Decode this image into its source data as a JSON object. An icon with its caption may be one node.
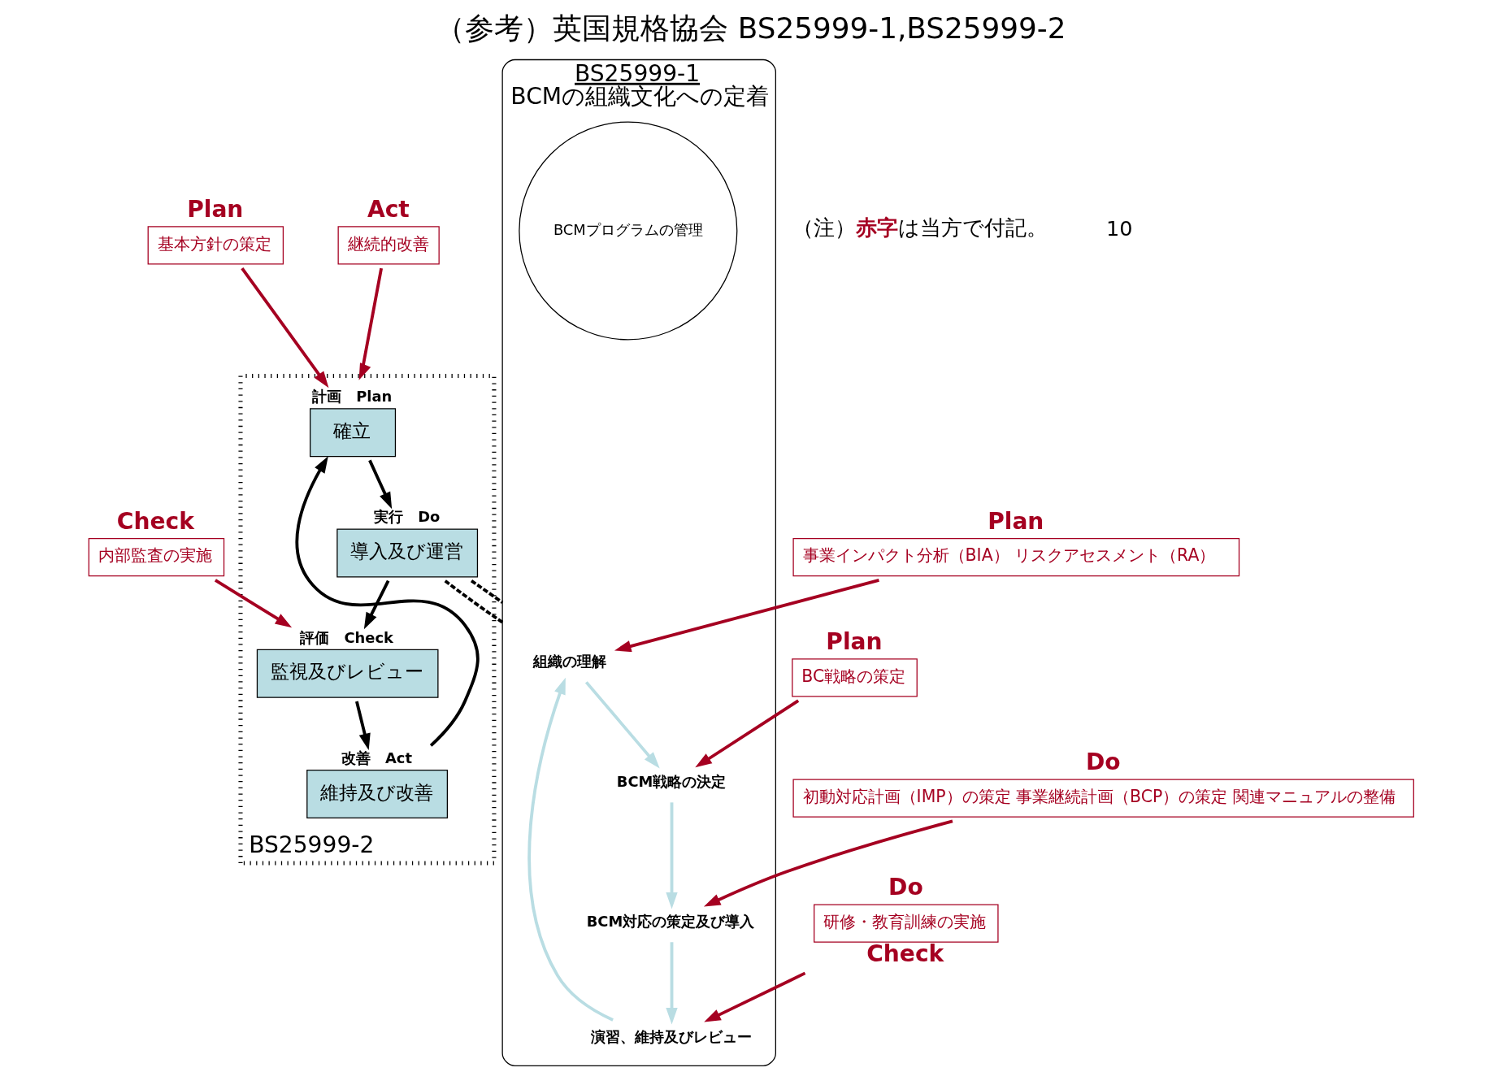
{
  "diagram": {
    "title": "（参考）英国規格協会 BS25999-1,BS25999-2",
    "nodes": [
      {
        "text": [
          "BS25999-2"
        ]
      },
      {
        "text": [
          "計画　Plan",
          "確立"
        ],
        "in": 0
      },
      {
        "text": [
          "実行　Do",
          "導入及び運営"
        ],
        "in": 0
      },
      {
        "text": [
          "評価　Check",
          "監視及びレビュー"
        ],
        "in": 0
      },
      {
        "text": [
          "改善　Act",
          "維持及び改善"
        ],
        "in": 0
      },
      {
        "text": [
          "基本方針の策定"
        ],
        "beside": [
          "Plan"
        ]
      },
      {
        "text": [
          "内部監査の実施"
        ],
        "beside": [
          "Check"
        ]
      },
      {
        "text": [
          "継続的改善"
        ],
        "beside": [
          "Act"
        ]
      },
      {
        "text": [
          "BCMの組織文化への定着"
        ],
        "beside": [
          "BS25999-1"
        ]
      },
      {
        "text": [
          "組織の理解"
        ],
        "in": 8
      },
      {
        "text": [
          "BCM戦略の決定"
        ],
        "in": 8
      },
      {
        "text": [
          "BCM対応の策定及び導入"
        ],
        "in": 8
      },
      {
        "text": [
          "演習、維持及びレビュー"
        ],
        "in": 8
      },
      {
        "text": [
          "BCMプログラムの管理"
        ],
        "in": 8
      },
      {
        "text": [
          "事業インパクト分析（BIA） リスクアセスメント（RA）"
        ],
        "beside": [
          "Plan"
        ]
      },
      {
        "text": [
          "BC戦略の策定"
        ],
        "beside": [
          "Plan"
        ]
      },
      {
        "text": [
          "初動対応計画（IMP）の策定 事業継続計画（BCP）の策定 関連マニュアルの整備"
        ],
        "beside": [
          "Do"
        ]
      },
      {
        "text": [
          "研修・教育訓練の実施"
        ],
        "beside": [
          "Do",
          "Check"
        ]
      }
    ],
    "edges": [
      {
        "from": 1,
        "to": 2,
        "arrow": "to",
        "color": "#000000"
      },
      {
        "from": 2,
        "to": 3,
        "arrow": "to",
        "color": "#000000"
      },
      {
        "from": 3,
        "to": 4,
        "arrow": "to",
        "color": "#000000"
      },
      {
        "from": 4,
        "to": 1,
        "arrow": "to",
        "color": "#000000"
      },
      {
        "from": 5,
        "to": 1,
        "arrow": "to",
        "color": "#a50021"
      },
      {
        "from": 6,
        "to": 3,
        "arrow": "to",
        "color": "#a50021"
      },
      {
        "from": 7,
        "to": 0,
        "arrow": "to",
        "color": "#a50021"
      },
      {
        "from": 9,
        "to": 10,
        "arrow": "to",
        "color": "#b9dde3"
      },
      {
        "from": 10,
        "to": 11,
        "arrow": "to",
        "color": "#b9dde3"
      },
      {
        "from": 11,
        "to": 12,
        "arrow": "to",
        "color": "#b9dde3"
      },
      {
        "from": 12,
        "to": 9,
        "arrow": "to",
        "color": "#b9dde3"
      },
      {
        "from": 2,
        "to": 8,
        "arrow": "none",
        "style": "dashed",
        "color": "#000000"
      },
      {
        "from": 2,
        "to": 8,
        "arrow": "none",
        "style": "dashed",
        "color": "#000000"
      },
      {
        "from": 14,
        "to": 9,
        "arrow": "to",
        "color": "#a50021"
      },
      {
        "from": 15,
        "to": 10,
        "arrow": "to",
        "color": "#a50021"
      },
      {
        "from": 16,
        "to": 11,
        "arrow": "to",
        "color": "#a50021"
      },
      {
        "from": 17,
        "to": 12,
        "arrow": "to",
        "color": "#a50021"
      }
    ],
    "labels": [
      "（注）**赤字**は当方で付記。",
      "10"
    ]
  }
}
